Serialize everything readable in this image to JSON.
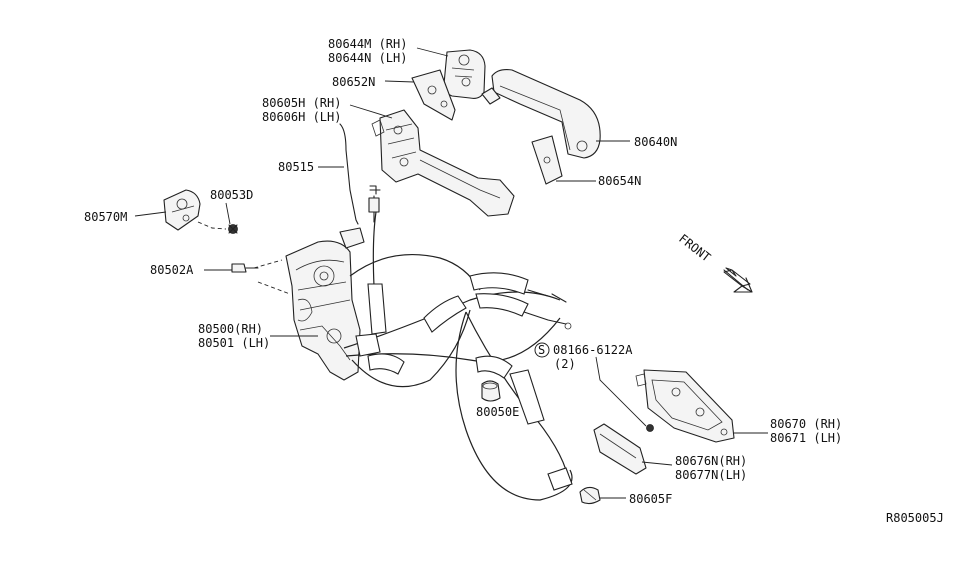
{
  "labels": {
    "p80644m": "80644M (RH)",
    "p80644n": "80644N (LH)",
    "p80652n": "80652N",
    "p80605h": "80605H (RH)",
    "p80606h": "80606H (LH)",
    "p80515": "80515",
    "p80053d": "80053D",
    "p80570m": "80570M",
    "p80640n": "80640N",
    "p80654n": "80654N",
    "p80502a": "80502A",
    "p80500": "80500(RH)",
    "p80501": "80501 (LH)",
    "p08166_symbol": "S",
    "p08166": "08166-6122A",
    "p08166_qty": "(2)",
    "p80050e": "80050E",
    "p80670": "80670 (RH)",
    "p80671": "80671 (LH)",
    "p80676n": "80676N(RH)",
    "p80677n": "80677N(LH)",
    "p80605f": "80605F",
    "front": "FRONT",
    "diagram_code": "R805005J"
  }
}
